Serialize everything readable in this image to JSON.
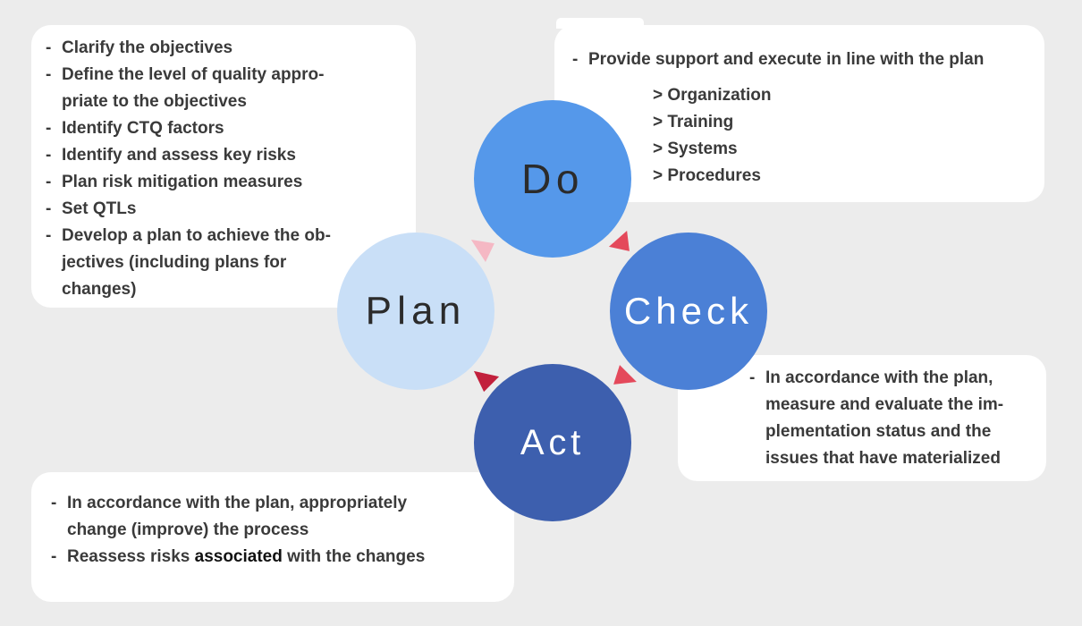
{
  "background_color": "#ECECEC",
  "boxes": {
    "plan": {
      "items": [
        {
          "dash": "-",
          "text": "Clarify the objectives"
        },
        {
          "dash": "-",
          "text": "Define the level of quality appro-\npriate to the objectives"
        },
        {
          "dash": "-",
          "text": "Identify CTQ factors"
        },
        {
          "dash": "-",
          "text": "Identify and assess key risks"
        },
        {
          "dash": "-",
          "text": "Plan risk mitigation measures"
        },
        {
          "dash": "-",
          "text": "Set QTLs"
        },
        {
          "dash": "-",
          "text": "Develop a plan to achieve the ob-\njectives (including plans for\nchanges)"
        }
      ]
    },
    "do": {
      "item": {
        "dash": "-",
        "text": "Provide support and execute in line with the plan"
      },
      "sub_items": [
        "> Organization",
        "> Training",
        "> Systems",
        "> Procedures"
      ]
    },
    "check": {
      "item": {
        "dash": "-",
        "text": "In accordance with the plan,\nmeasure and evaluate the im-\nplementation status and the\nissues that have materialized"
      }
    },
    "act": {
      "item1": {
        "dash": "-",
        "text": "In accordance with the plan, appropriately\nchange (improve) the process"
      },
      "item2": {
        "dash": "-",
        "before": "Reassess risks ",
        "emphasis": "associated",
        "after": " with the changes"
      }
    }
  },
  "circles": {
    "do": {
      "label": "Do",
      "color": "#5598EA",
      "text_color": "#2B2B2B"
    },
    "plan": {
      "label": "Plan",
      "color": "#C9DFF7",
      "text_color": "#2B2B2B"
    },
    "check": {
      "label": "Check",
      "color": "#4B80D6",
      "text_color": "#FFFFFF"
    },
    "act": {
      "label": "Act",
      "color": "#3D5FAE",
      "text_color": "#FFFFFF"
    }
  },
  "arrows": {
    "plan_to_do": {
      "name": "arrow-plan-to-do",
      "color": "#F5B8C4"
    },
    "do_to_check": {
      "name": "arrow-do-to-check",
      "color": "#E4495B"
    },
    "check_to_act": {
      "name": "arrow-check-to-act",
      "color": "#E4495B"
    },
    "act_to_plan": {
      "name": "arrow-act-to-plan",
      "color": "#C2203C"
    }
  }
}
